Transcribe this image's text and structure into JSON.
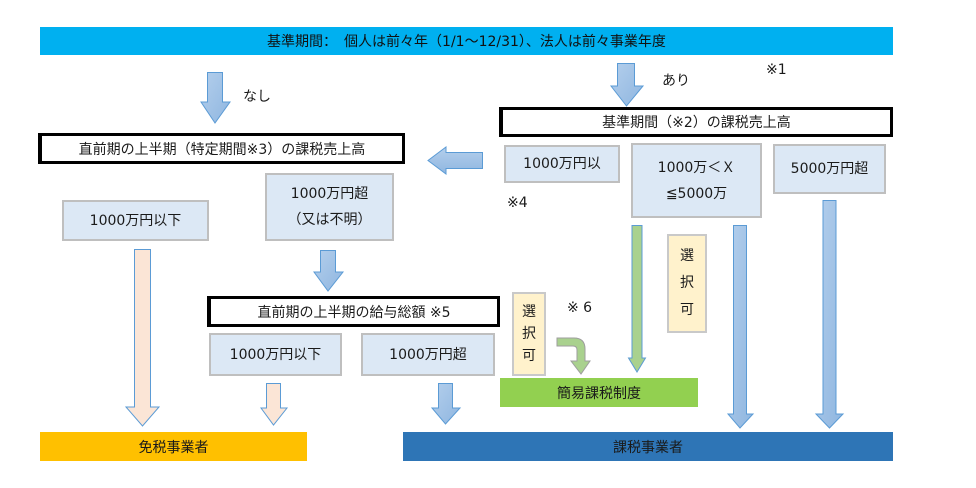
{
  "top_bar": {
    "label": "基準期間：　個人は前々年（1/1～12/31）、法人は前々事業年度"
  },
  "branches": {
    "none_label": "なし",
    "exists_label": "あり",
    "note1": "※1"
  },
  "left": {
    "heading": "直前期の上半期（特定期間※3）の課税売上高",
    "under_box": "1000万円以下",
    "over_box_line1": "1000万円超",
    "over_box_line2": "（又は不明）"
  },
  "right": {
    "heading": "基準期間（※2）の課税売上高",
    "box_under": "1000万円以",
    "box_mid_line1": "1000万＜Ｘ",
    "box_mid_line2": "≦5000万",
    "box_over": "5000万円超",
    "note4": "※4"
  },
  "salary": {
    "heading": "直前期の上半期の給与総額 ※5",
    "under_box": "1000万円以下",
    "over_box": "1000万円超"
  },
  "choice": {
    "left_chars": [
      "選",
      "択",
      "可"
    ],
    "right_chars": [
      "選",
      "択",
      "可"
    ],
    "note6": "※ 6"
  },
  "results": {
    "simplified": "簡易課税制度",
    "exempt": "免税事業者",
    "taxable": "課税事業者"
  },
  "colors": {
    "top_bar": "#00b0f0",
    "box_fill": "#dce8f5",
    "choice_fill": "#fff2cc",
    "simplified": "#92d050",
    "exempt": "#ffc000",
    "taxable": "#2e75b6",
    "arrow_blue": "#9dc3e6",
    "arrow_peach": "#fbe5d6",
    "arrow_green": "#a9d18e"
  }
}
